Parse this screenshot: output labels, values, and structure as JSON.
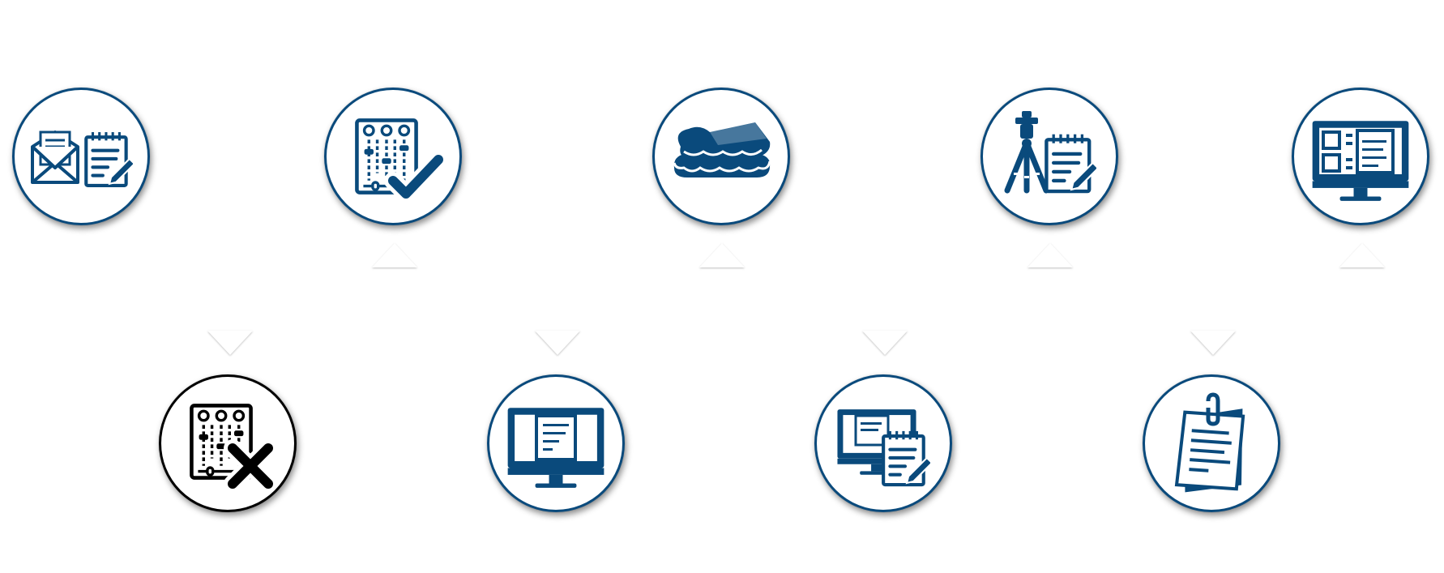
{
  "colors": {
    "primary": "#0a4a7c",
    "error": "#000000",
    "background": "#ffffff"
  },
  "steps": [
    {
      "id": "envelope-notepad",
      "icon": "envelope-notepad-icon",
      "state": "normal"
    },
    {
      "id": "mixer-check",
      "icon": "mixer-check-icon",
      "state": "normal"
    },
    {
      "id": "sandwich",
      "icon": "sandwich-icon",
      "state": "normal"
    },
    {
      "id": "tripod-notepad",
      "icon": "tripod-notepad-icon",
      "state": "normal"
    },
    {
      "id": "monitor-layout",
      "icon": "monitor-layout-icon",
      "state": "normal"
    },
    {
      "id": "mixer-cross",
      "icon": "mixer-cross-icon",
      "state": "rejected"
    },
    {
      "id": "monitor-document",
      "icon": "monitor-document-icon",
      "state": "normal"
    },
    {
      "id": "monitor-notepad",
      "icon": "monitor-notepad-icon",
      "state": "normal"
    },
    {
      "id": "clipped-document",
      "icon": "clipped-document-icon",
      "state": "normal"
    }
  ]
}
